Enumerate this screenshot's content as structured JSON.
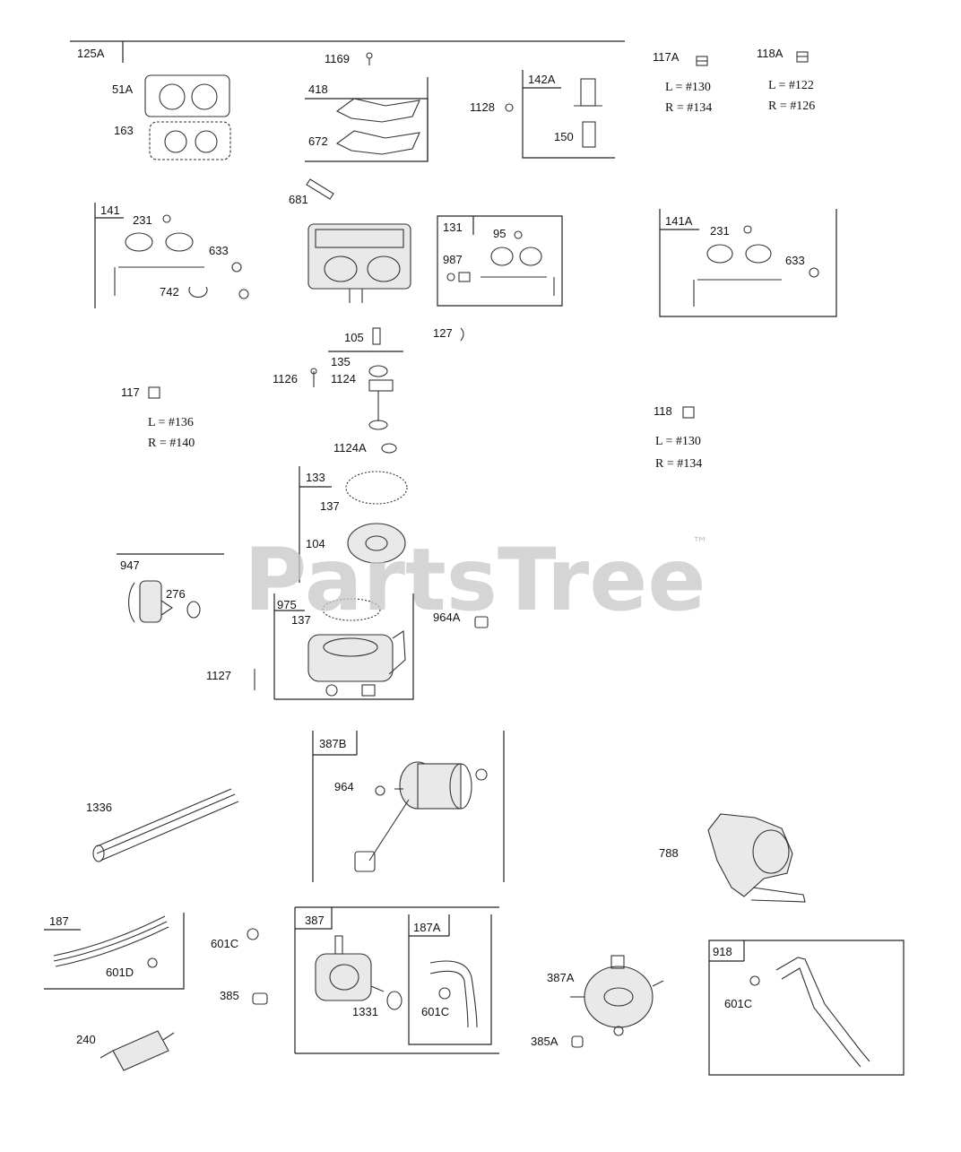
{
  "watermark": {
    "brand": "PartsTree",
    "trademark": "™"
  },
  "labels": {
    "l125A": "125A",
    "l1169": "1169",
    "l117A": "117A",
    "l118A": "118A",
    "l51A": "51A",
    "l163": "163",
    "l418": "418",
    "l672": "672",
    "l142A": "142A",
    "l1128": "1128",
    "l150": "150",
    "l141": "141",
    "l231a": "231",
    "l633a": "633",
    "l742": "742",
    "l681": "681",
    "l131": "131",
    "l95": "95",
    "l987": "987",
    "l141A": "141A",
    "l231b": "231",
    "l633b": "633",
    "l105": "105",
    "l127": "127",
    "l135": "135",
    "l1126": "1126",
    "l1124": "1124",
    "l117": "117",
    "l118": "118",
    "l1124A": "1124A",
    "l133": "133",
    "l137a": "137",
    "l104": "104",
    "l947": "947",
    "l276": "276",
    "l975": "975",
    "l137b": "137",
    "l964A": "964A",
    "l1127": "1127",
    "l387B": "387B",
    "l964": "964",
    "l1336": "1336",
    "l788": "788",
    "l187": "187",
    "l601D": "601D",
    "l601Ca": "601C",
    "l385": "385",
    "l387": "387",
    "l187A": "187A",
    "l1331": "1331",
    "l601Cb": "601C",
    "l387A": "387A",
    "l385A": "385A",
    "l918": "918",
    "l601Cc": "601C",
    "l240": "240"
  },
  "notes": {
    "n117A_L": "L = #130",
    "n117A_R": "R = #134",
    "n118A_L": "L = #122",
    "n118A_R": "R = #126",
    "n117_L": "L = #136",
    "n117_R": "R = #140",
    "n118_L": "L = #130",
    "n118_R": "R = #134"
  }
}
